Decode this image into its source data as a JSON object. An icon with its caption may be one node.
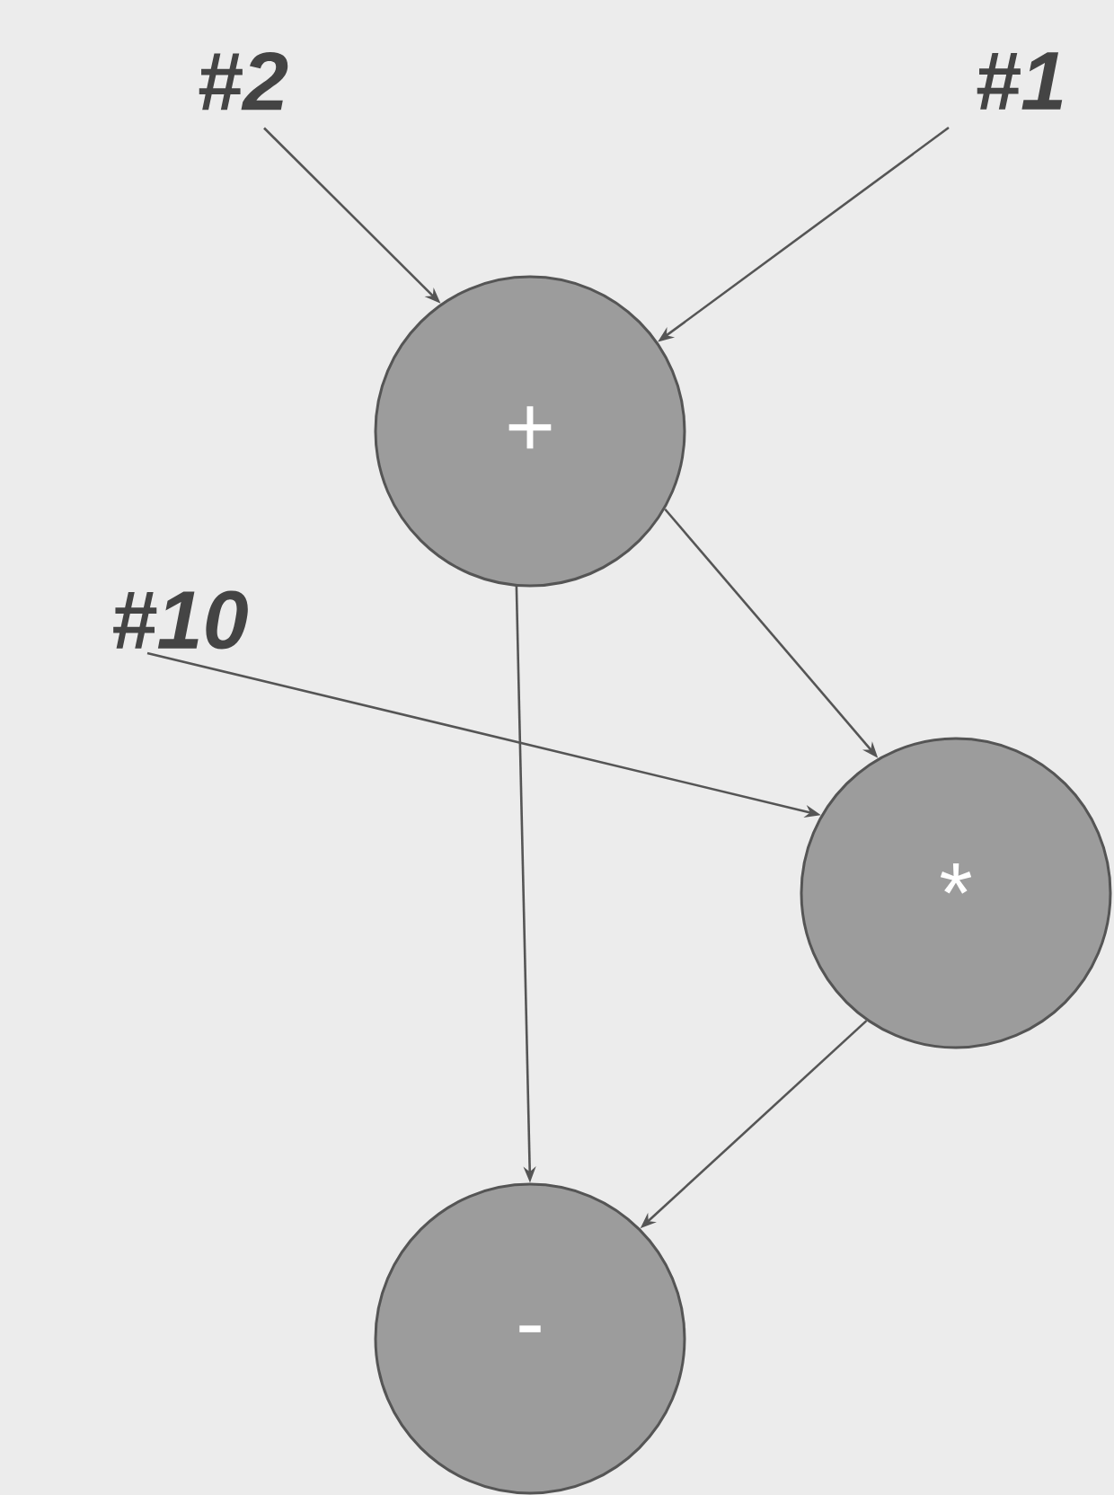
{
  "diagram": {
    "nodes": [
      {
        "text": [
          "#2"
        ]
      },
      {
        "text": [
          "#1"
        ]
      },
      {
        "text": [
          "+"
        ]
      },
      {
        "text": [
          "#10"
        ]
      },
      {
        "text": [
          "*"
        ]
      },
      {
        "text": [
          "-"
        ]
      }
    ],
    "edges": [
      {
        "from": 0,
        "to": 2,
        "arrow": "to"
      },
      {
        "from": 1,
        "to": 2,
        "arrow": "to"
      },
      {
        "from": 2,
        "to": 4,
        "arrow": "to"
      },
      {
        "from": 3,
        "to": 4,
        "arrow": "to"
      },
      {
        "from": 2,
        "to": 5,
        "arrow": "to"
      },
      {
        "from": 4,
        "to": 5,
        "arrow": "to"
      }
    ]
  }
}
